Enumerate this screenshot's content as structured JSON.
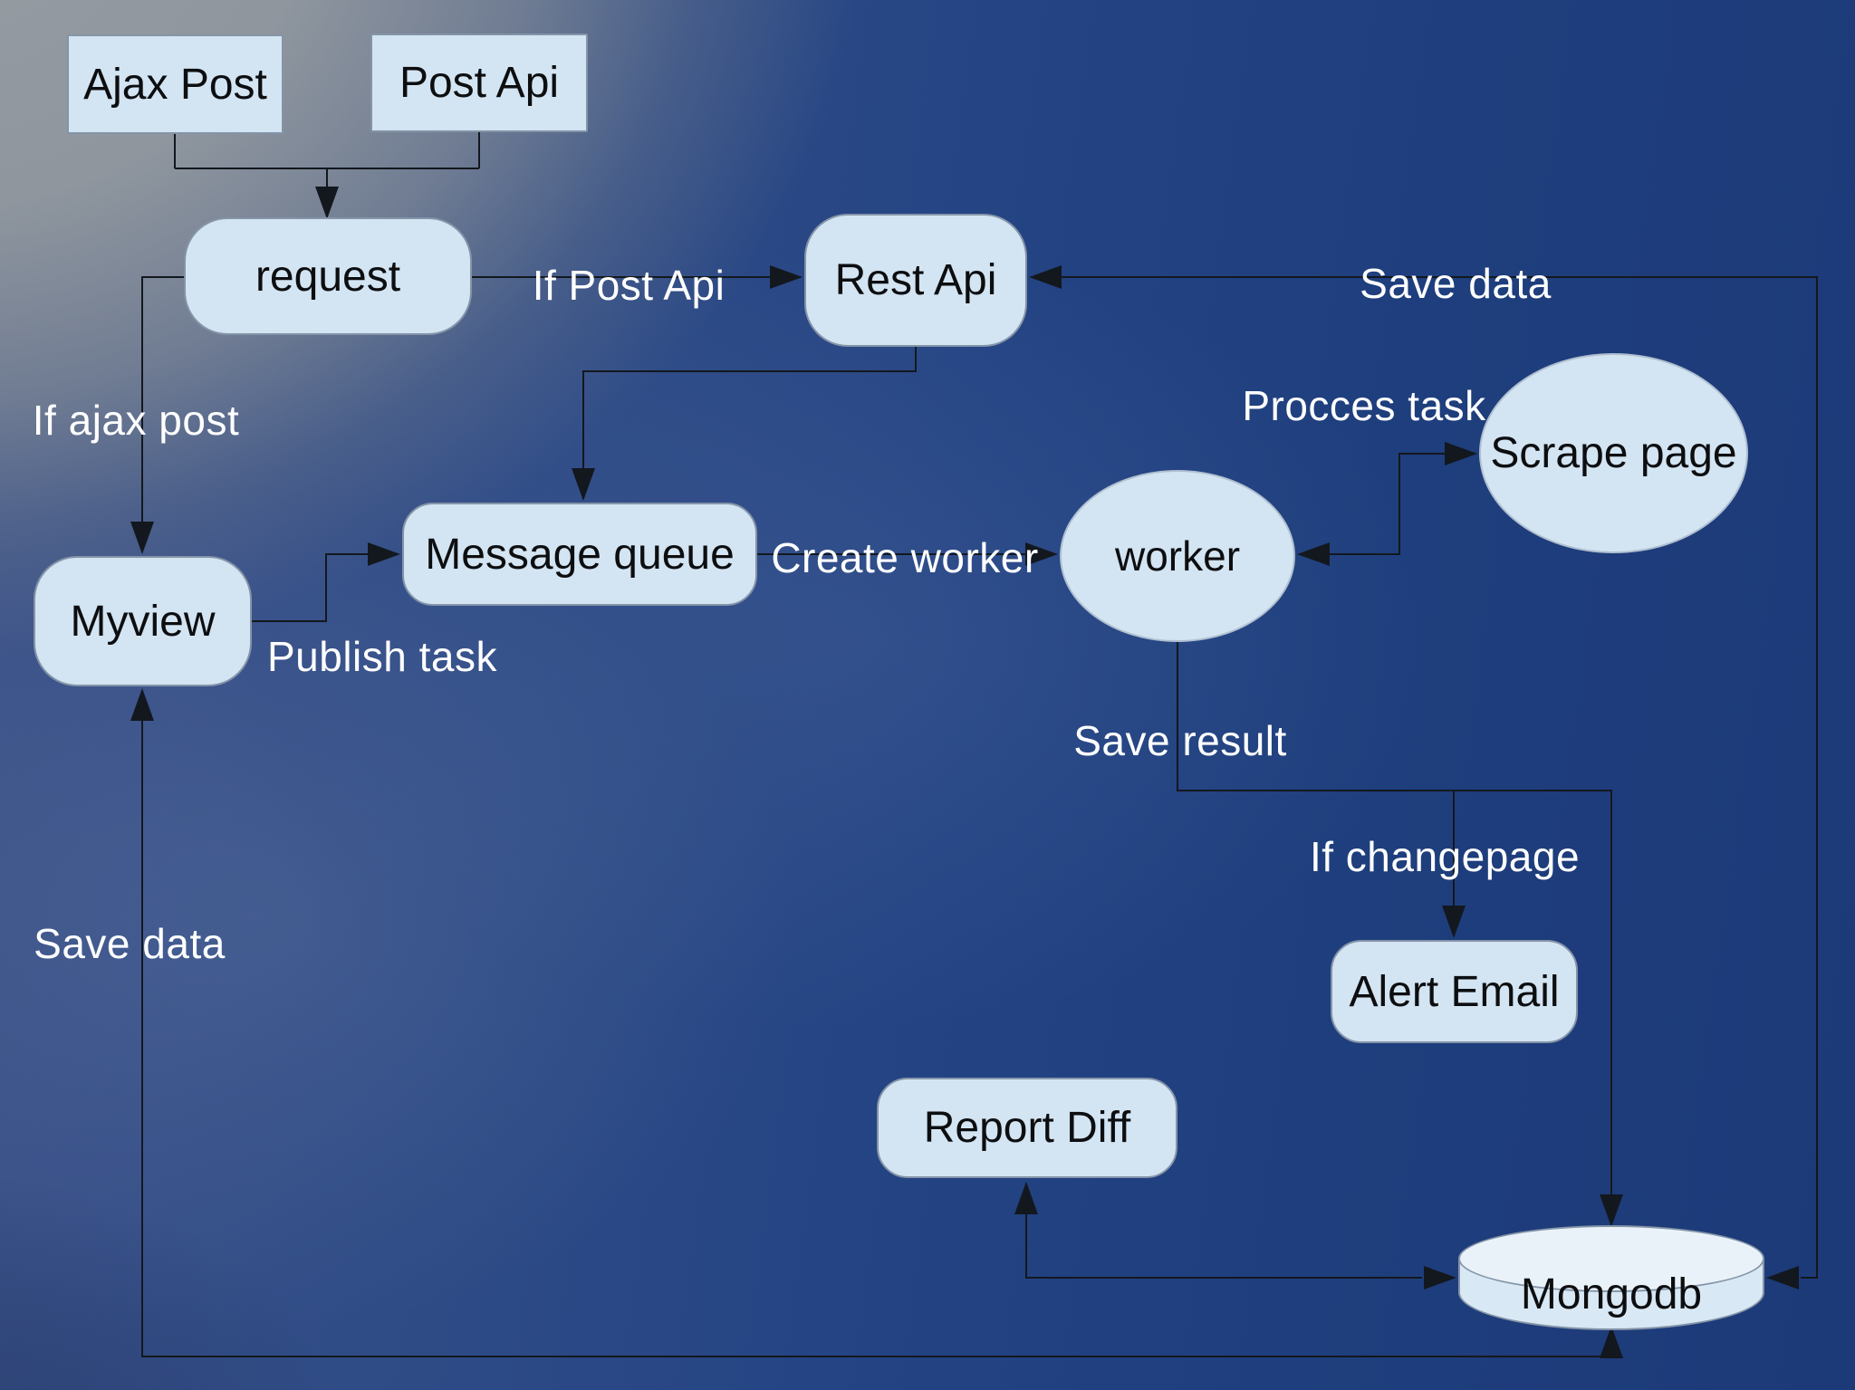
{
  "diagram_title": "Scraper task pipeline flowchart",
  "colors": {
    "node_fill": "#d3e4f2",
    "cylinder_fill": "#d8e8f4",
    "cylinder_top_fill": "#eaf2f9",
    "node_border": "#8494a8",
    "node_text": "#0d0e10",
    "edge_line": "#13181e",
    "edge_label_text": "#ffffff",
    "bg_gray_corner": "#959ba1",
    "bg_blue_deep": "#1d3a78",
    "bg_blue_mid": "#2e4b86"
  },
  "nodes": {
    "ajax_post": {
      "label": "Ajax Post",
      "shape": "rectangle"
    },
    "post_api": {
      "label": "Post Api",
      "shape": "rectangle"
    },
    "request": {
      "label": "request",
      "shape": "rounded-rectangle"
    },
    "rest_api": {
      "label": "Rest Api",
      "shape": "rounded-rectangle"
    },
    "message_queue": {
      "label": "Message queue",
      "shape": "rounded-rectangle"
    },
    "myview": {
      "label": "Myview",
      "shape": "rounded-rectangle"
    },
    "worker": {
      "label": "worker",
      "shape": "ellipse"
    },
    "scrape_page": {
      "label": "Scrape page",
      "shape": "ellipse"
    },
    "alert_email": {
      "label": "Alert Email",
      "shape": "rounded-rectangle"
    },
    "report_diff": {
      "label": "Report Diff",
      "shape": "rounded-rectangle"
    },
    "mongodb": {
      "label": "Mongodb",
      "shape": "cylinder"
    }
  },
  "edge_labels": {
    "if_post_api": {
      "label": "If Post Api"
    },
    "save_data_top": {
      "label": "Save data"
    },
    "procces_task": {
      "label": "Procces task"
    },
    "create_worker": {
      "label": "Create worker"
    },
    "publish_task": {
      "label": "Publish task"
    },
    "if_ajax_post": {
      "label": "If ajax post"
    },
    "save_result": {
      "label": "Save result"
    },
    "if_changepage": {
      "label": "If changepage"
    },
    "save_data_bottom": {
      "label": "Save data"
    }
  },
  "edges": [
    {
      "from": "ajax_post",
      "to": "request",
      "label": ""
    },
    {
      "from": "post_api",
      "to": "request",
      "label": ""
    },
    {
      "from": "request",
      "to": "rest_api",
      "label": "If Post Api"
    },
    {
      "from": "request",
      "to": "myview",
      "label": "If ajax post"
    },
    {
      "from": "rest_api",
      "to": "message_queue",
      "label": ""
    },
    {
      "from": "myview",
      "to": "message_queue",
      "label": "Publish task"
    },
    {
      "from": "message_queue",
      "to": "worker",
      "label": "Create worker"
    },
    {
      "from": "worker",
      "to": "scrape_page",
      "label": "Procces task",
      "bidirectional": true
    },
    {
      "from": "rest_api",
      "to": "mongodb",
      "label": "Save data",
      "bidirectional": true
    },
    {
      "from": "worker",
      "to": "mongodb",
      "label": "Save result"
    },
    {
      "from": "worker",
      "to": "alert_email",
      "label": "If changepage"
    },
    {
      "from": "mongodb",
      "to": "report_diff",
      "label": "",
      "bidirectional": true
    },
    {
      "from": "mongodb",
      "to": "myview",
      "label": "Save data",
      "bidirectional": true
    }
  ]
}
